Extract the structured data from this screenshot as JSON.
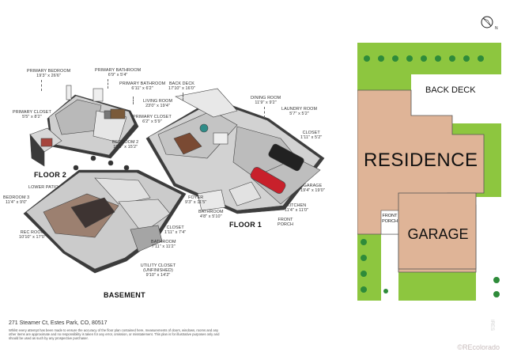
{
  "compass": {
    "label": "N"
  },
  "floors": {
    "floor2": "FLOOR 2",
    "floor1": "FLOOR 1",
    "basement": "BASEMENT"
  },
  "rooms": {
    "primary_bedroom": {
      "name": "PRIMARY BEDROOM",
      "dim": "19'3\" x 26'6\""
    },
    "primary_bathroom_a": {
      "name": "PRIMARY BATHROOM",
      "dim": "6'9\" x 5'4\""
    },
    "primary_bathroom_b": {
      "name": "PRIMARY BATHROOM",
      "dim": "6'11\" x 6'2\""
    },
    "primary_closet_a": {
      "name": "PRIMARY CLOSET",
      "dim": "5'5\" x 8'2\""
    },
    "primary_closet_b": {
      "name": "PRIMARY CLOSET",
      "dim": "6'2\" x 5'9\""
    },
    "back_deck": {
      "name": "BACK DECK",
      "dim": "17'10\" x 16'0\""
    },
    "living_room": {
      "name": "LIVING ROOM",
      "dim": "23'0\" x 19'4\""
    },
    "dining_room": {
      "name": "DINING ROOM",
      "dim": "11'9\" x 9'2\""
    },
    "laundry_room": {
      "name": "LAUNDRY ROOM",
      "dim": "5'7\" x 5'2\""
    },
    "closet_f1": {
      "name": "CLOSET",
      "dim": "1'11\" x 5'2\""
    },
    "bedroom2": {
      "name": "BEDROOM 2",
      "dim": "10'8\" x 15'2\""
    },
    "garage": {
      "name": "GARAGE",
      "dim": "19'4\" x 19'0\""
    },
    "kitchen": {
      "name": "KITCHEN",
      "dim": "11'4\" x 11'0\""
    },
    "front_porch": {
      "name": "FRONT PORCH",
      "dim": ""
    },
    "foyer": {
      "name": "FOYER",
      "dim": "9'3\" x 11'5\""
    },
    "bathroom_f1": {
      "name": "BATHROOM",
      "dim": "4'8\" x 5'10\""
    },
    "lower_patio": {
      "name": "LOWER PATIO",
      "dim": ""
    },
    "bedroom3": {
      "name": "BEDROOM 3",
      "dim": "11'4\" x 9'0\""
    },
    "rec_room": {
      "name": "REC ROOM",
      "dim": "10'10\" x 17'0\""
    },
    "closet_b": {
      "name": "CLOSET",
      "dim": "1'11\" x 7'4\""
    },
    "bathroom_b": {
      "name": "BATHROOM",
      "dim": "7'11\" x 11'2\""
    },
    "utility_closet": {
      "name": "UTILITY CLOSET (UNFINISHED)",
      "dim": "9'10\" x 14'2\""
    }
  },
  "site_plan": {
    "back_deck": "BACK DECK",
    "residence": "RESIDENCE",
    "front_porch": "FRONT PORCH",
    "garage": "GARAGE"
  },
  "footer": {
    "address": "271 Steamer Ct, Estes Park, CO, 80517",
    "disclaimer": "Whilst every attempt has been made to ensure the accuracy of the floor plan contained here, measurements of doors, windows, rooms and any other items are approximate and no responsibility is taken for any error, omission, or misstatement. This plan is for illustrative purposes only and should be used as such by any prospective purchaser.",
    "credit": "©REcolorado",
    "badge": "IRES"
  },
  "colors": {
    "lawn": "#8dc63f",
    "building": "#dfb497",
    "tree": "#2e8b3a"
  }
}
